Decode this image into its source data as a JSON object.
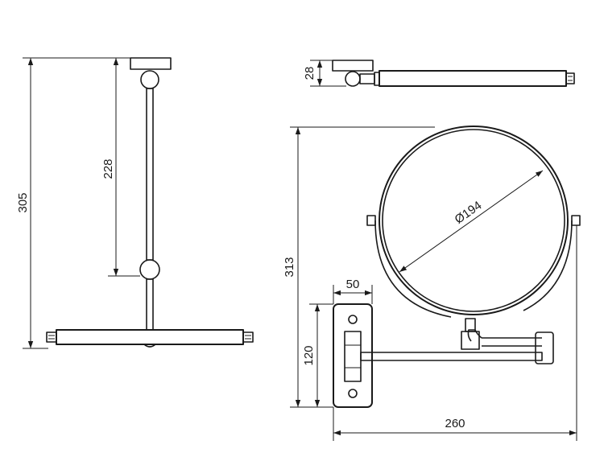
{
  "dimensions": {
    "side_total_height": "305",
    "side_arm_height": "228",
    "top_depth": "28",
    "front_total_height": "313",
    "mirror_diameter": "Ø194",
    "plate_width": "50",
    "plate_height": "120",
    "arm_reach": "260"
  }
}
